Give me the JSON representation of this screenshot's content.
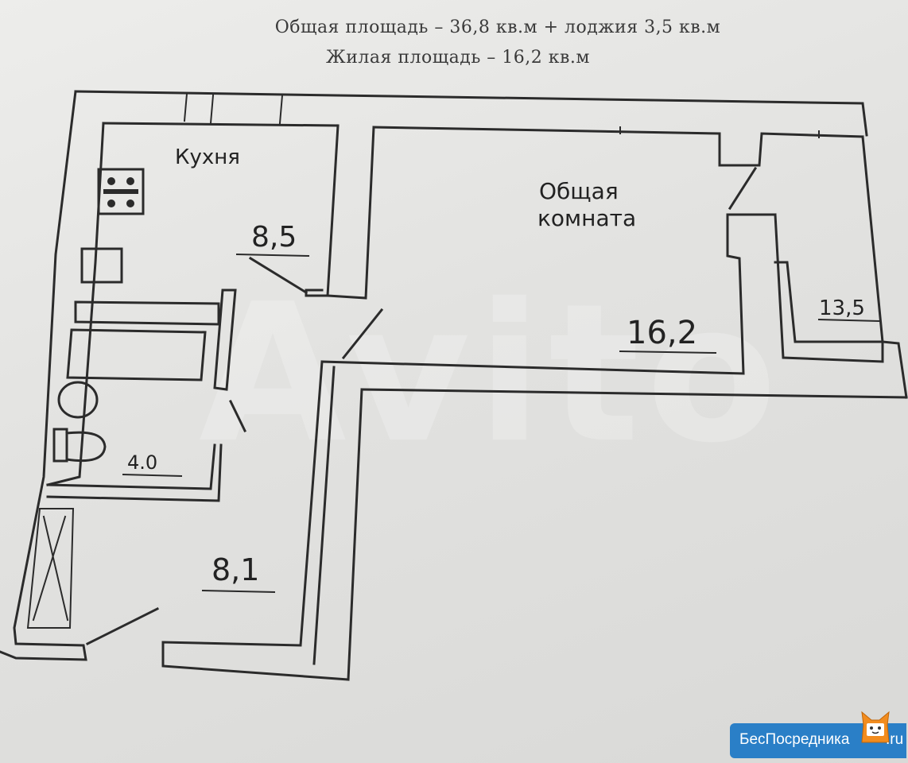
{
  "header": {
    "total_area": "Общая площадь – 36,8 кв.м + лоджия 3,5 кв.м",
    "living_area": "Жилая площадь – 16,2 кв.м"
  },
  "rooms": {
    "kitchen_name": "Кухня",
    "kitchen_area": "8,5",
    "living_name_line1": "Общая",
    "living_name_line2": "комната",
    "living_area": "16,2",
    "loggia_area": "13,5",
    "bathroom_area": "4.0",
    "hallway_area": "8,1"
  },
  "watermark": {
    "brand": "Avito"
  },
  "badge": {
    "text": "БесПосредника",
    "domain": ".ru"
  }
}
